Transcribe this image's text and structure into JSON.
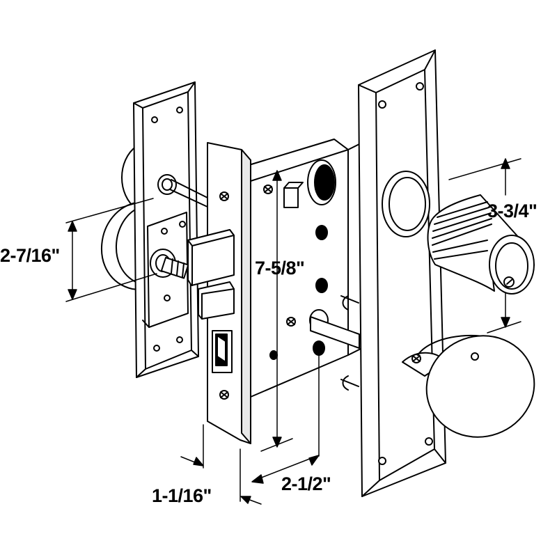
{
  "diagram": {
    "dimensions": {
      "height_plate_spacing": "2-7/16\"",
      "case_height": "7-5/8\"",
      "cylinder_spacing": "3-3/4\"",
      "faceplate_width": "1-1/16\"",
      "backset": "2-1/2\""
    },
    "colors": {
      "stroke": "#000000",
      "fill": "#ffffff",
      "shade": "#e8e8e8"
    }
  }
}
